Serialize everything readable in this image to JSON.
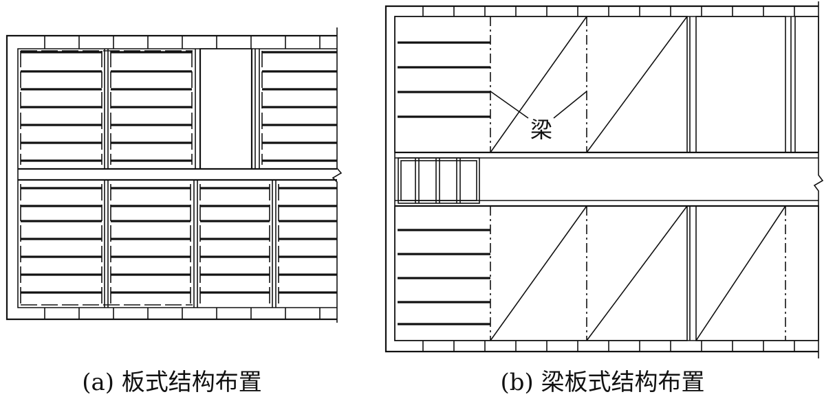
{
  "figure_a": {
    "caption": "(a) 板式结构布置"
  },
  "figure_b": {
    "caption": "(b) 梁板式结构布置",
    "beam_label": "梁"
  }
}
